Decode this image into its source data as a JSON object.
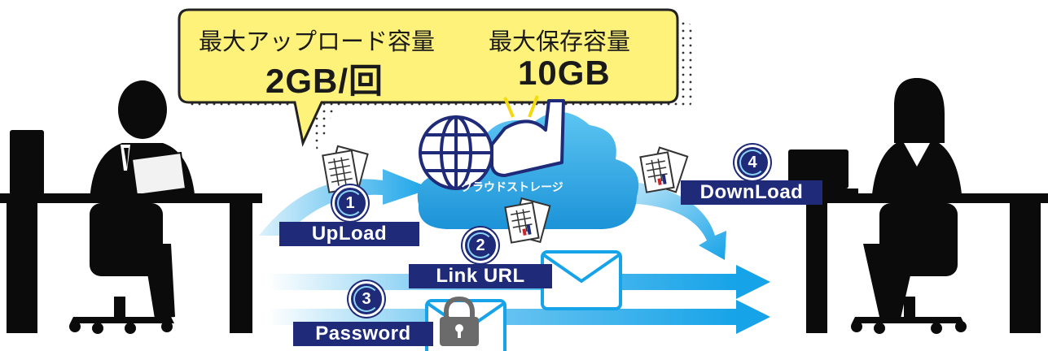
{
  "bubble": {
    "upload_caption": "最大アップロード容量",
    "upload_value": "2GB/回",
    "storage_caption": "最大保存容量",
    "storage_value": "10GB"
  },
  "cloud": {
    "label": "クラウドストレージ"
  },
  "steps": [
    {
      "number": "1",
      "label": "UpLoad"
    },
    {
      "number": "2",
      "label": "Link URL"
    },
    {
      "number": "3",
      "label": "Password"
    },
    {
      "number": "4",
      "label": "DownLoad"
    }
  ],
  "colors": {
    "label_bg": "#1f2a78",
    "arrow": "#16a3e8",
    "cloud": "#2ba8e4",
    "bubble": "#fff27a",
    "silhouette": "#0b0b0b"
  },
  "icons": [
    "globe-icon",
    "file-transfer-icon",
    "document-icon",
    "spreadsheet-icon",
    "envelope-icon",
    "lock-icon",
    "person-silhouette-icon",
    "desk-icon"
  ]
}
